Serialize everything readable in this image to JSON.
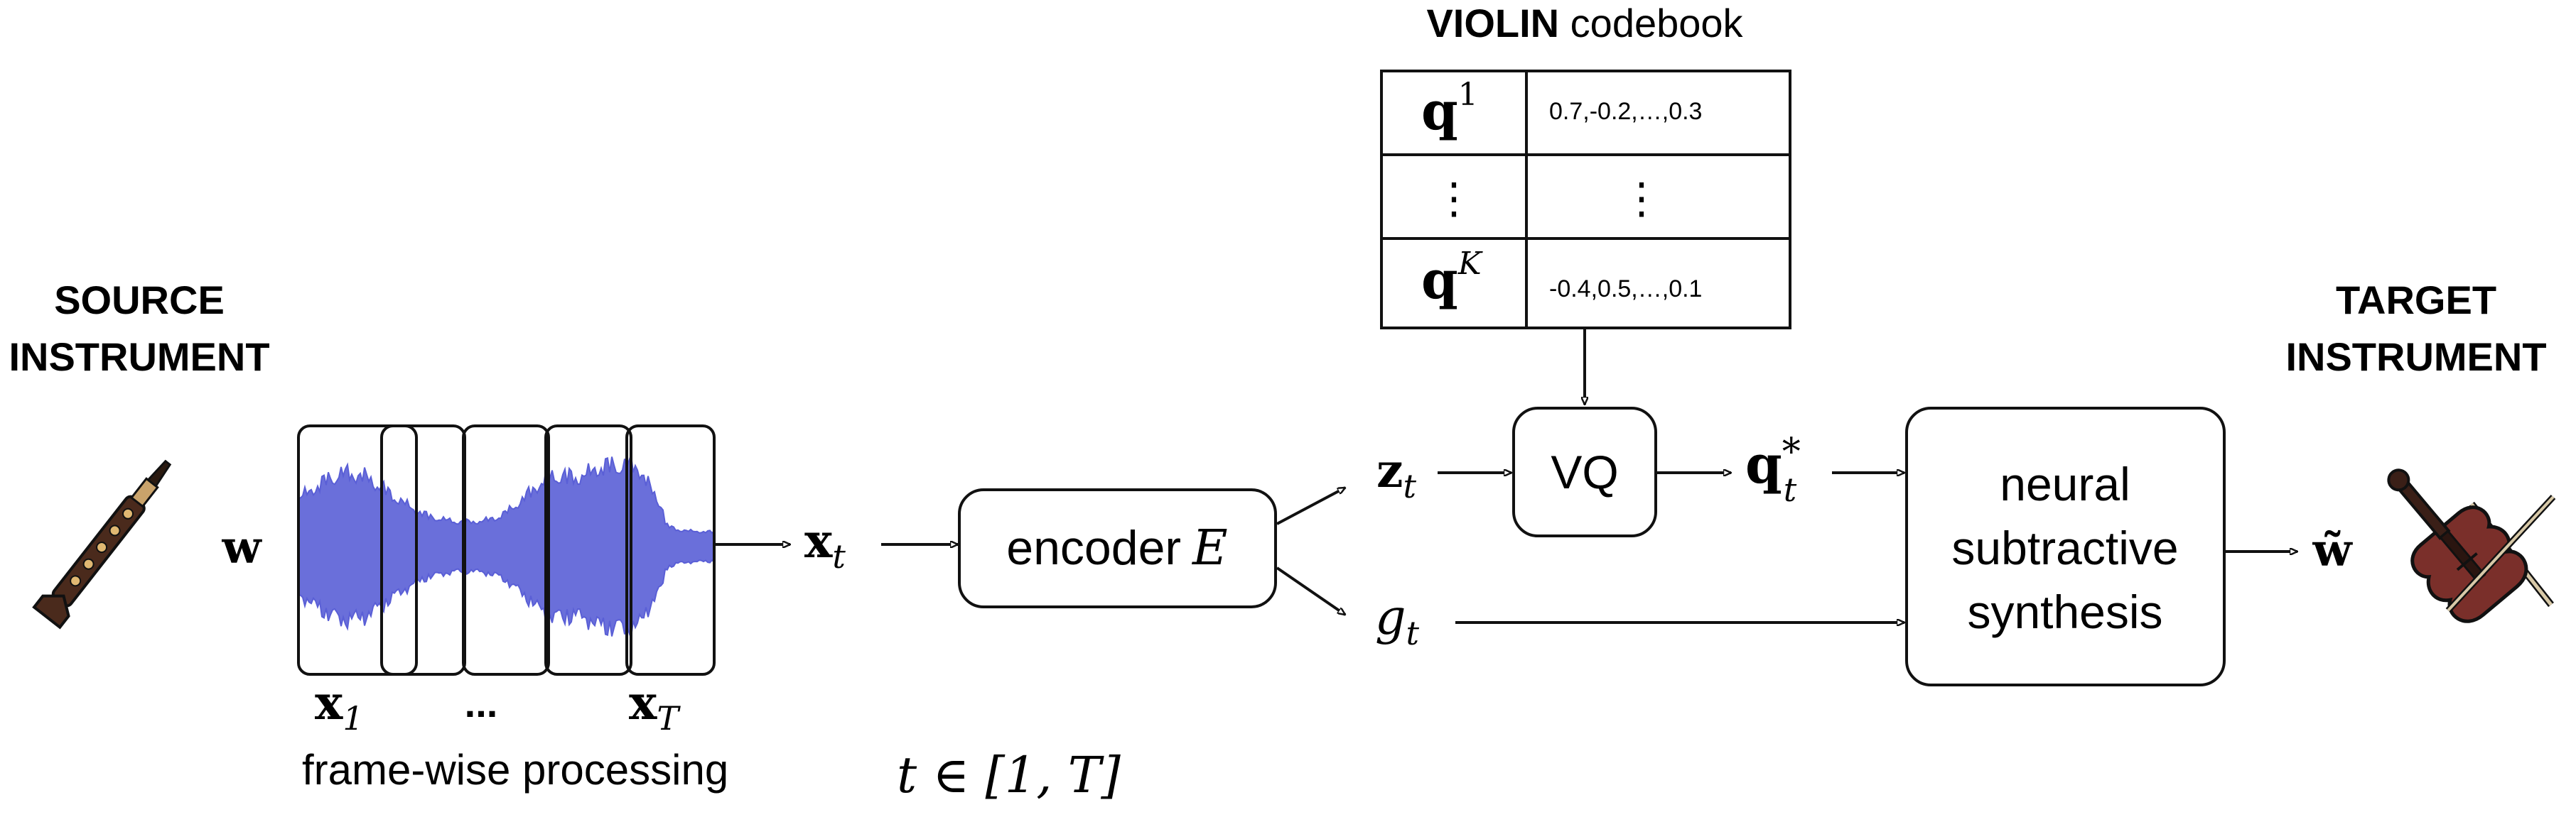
{
  "source": {
    "title_line1": "SOURCE",
    "title_line2": "INSTRUMENT",
    "icon": "clarinet-icon",
    "signal_symbol": "w"
  },
  "frames": {
    "first_var": "x",
    "first_sub": "1",
    "ellipsis": "...",
    "last_var": "x",
    "last_sub": "T",
    "caption": "frame-wise processing",
    "range_label": "t ∈ [1, T]",
    "waveform_color": "#5a5fd6"
  },
  "frame_signal": {
    "var": "x",
    "sub": "t"
  },
  "encoder": {
    "label": "encoder",
    "symbol": "E"
  },
  "latent": {
    "var": "z",
    "sub": "t"
  },
  "gain": {
    "var": "g",
    "sub": "t"
  },
  "codebook": {
    "title_bold": "VIOLIN",
    "title_rest": " codebook",
    "rows": [
      {
        "key": "q",
        "sup": "1",
        "value": "0.7,-0.2,…,0.3"
      },
      {
        "key": "⋮",
        "sup": "",
        "value": "⋮"
      },
      {
        "key": "q",
        "sup": "K",
        "value": "-0.4,0.5,…,0.1"
      }
    ]
  },
  "vq": {
    "label": "VQ"
  },
  "quantized": {
    "var": "q",
    "sub": "t",
    "sup": "*"
  },
  "synth": {
    "line1": "neural",
    "line2": "subtractive",
    "line3": "synthesis"
  },
  "target": {
    "title_line1": "TARGET",
    "title_line2": "INSTRUMENT",
    "icon": "violin-icon",
    "output_symbol": "w̃"
  }
}
